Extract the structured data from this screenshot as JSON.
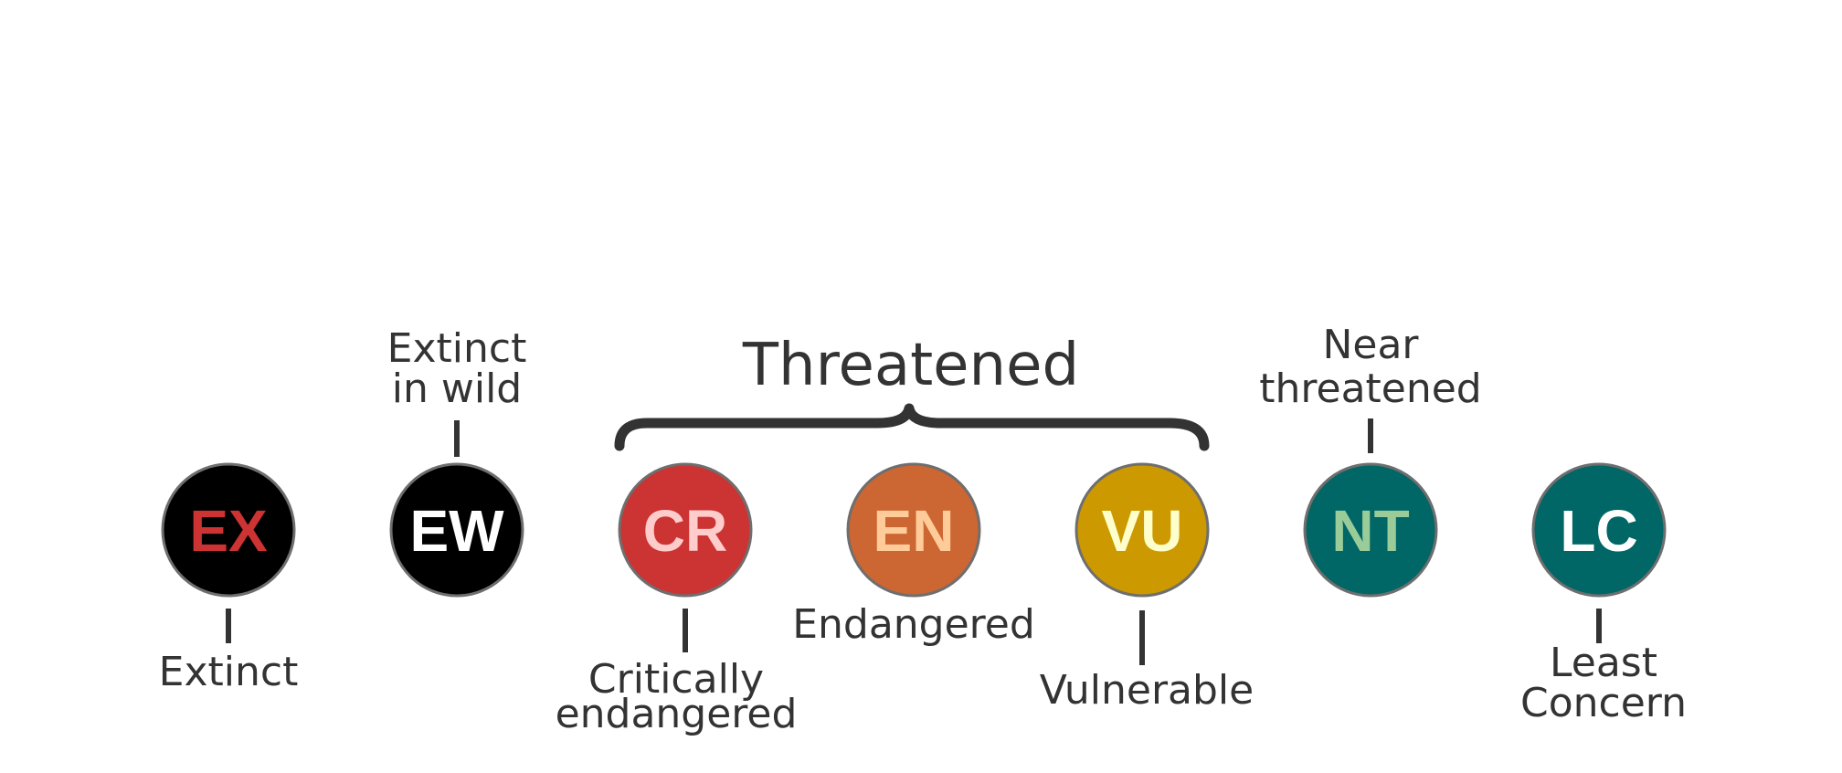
{
  "group_label": "Threatened",
  "colors": {
    "ink": "#333333",
    "circle_stroke": "#6e6e6e"
  },
  "categories": [
    {
      "code": "EX",
      "name_lines": [
        "Extinct"
      ],
      "label_position": "below",
      "fill": "#000000",
      "text_color": "#cd3333"
    },
    {
      "code": "EW",
      "name_lines": [
        "Extinct",
        "in wild"
      ],
      "label_position": "above",
      "fill": "#000000",
      "text_color": "#ffffff"
    },
    {
      "code": "CR",
      "name_lines": [
        "Critically",
        "endangered"
      ],
      "label_position": "below",
      "fill": "#cc3333",
      "text_color": "#ffcccc"
    },
    {
      "code": "EN",
      "name_lines": [
        "Endangered"
      ],
      "label_position": "below",
      "fill": "#cc6633",
      "text_color": "#ffcc99"
    },
    {
      "code": "VU",
      "name_lines": [
        "Vulnerable"
      ],
      "label_position": "below",
      "fill": "#cc9900",
      "text_color": "#ffffcc"
    },
    {
      "code": "NT",
      "name_lines": [
        "Near",
        "threatened"
      ],
      "label_position": "above",
      "fill": "#006666",
      "text_color": "#99cc99"
    },
    {
      "code": "LC",
      "name_lines": [
        "Least",
        "Concern"
      ],
      "label_position": "below",
      "fill": "#006666",
      "text_color": "#ffffff"
    }
  ]
}
